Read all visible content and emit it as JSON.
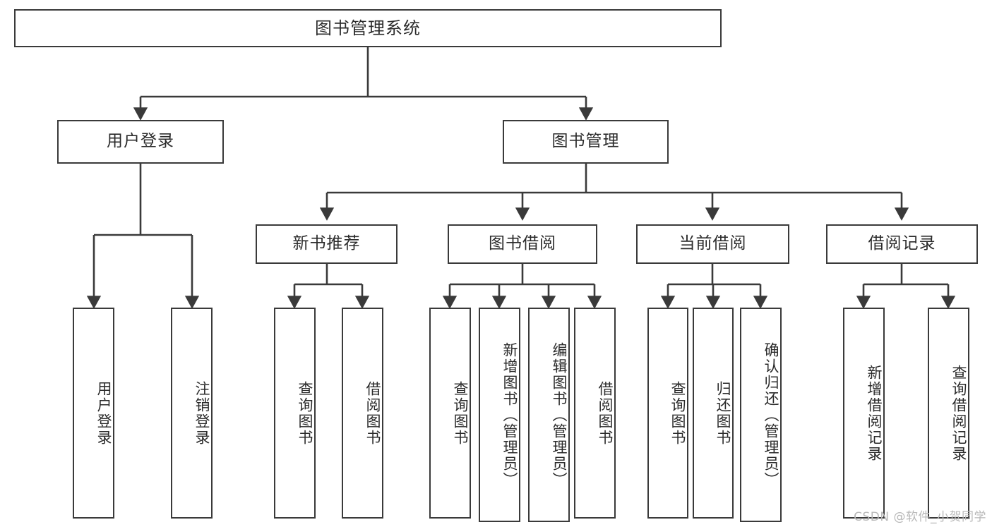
{
  "diagram": {
    "type": "tree-hierarchy",
    "title": "图书管理系统",
    "root": {
      "id": "root",
      "label": "图书管理系统"
    },
    "level2": [
      {
        "id": "user-login",
        "label": "用户登录"
      },
      {
        "id": "book-management",
        "label": "图书管理"
      }
    ],
    "level3": [
      {
        "id": "new-book-recommend",
        "label": "新书推荐",
        "parent": "book-management"
      },
      {
        "id": "book-borrow",
        "label": "图书借阅",
        "parent": "book-management"
      },
      {
        "id": "current-borrow",
        "label": "当前借阅",
        "parent": "book-management"
      },
      {
        "id": "borrow-record",
        "label": "借阅记录",
        "parent": "book-management"
      }
    ],
    "leaves": [
      {
        "id": "leaf-user-login",
        "label": "用户登录",
        "parent": "user-login"
      },
      {
        "id": "leaf-logout",
        "label": "注销登录",
        "parent": "user-login"
      },
      {
        "id": "leaf-query-book-1",
        "label": "查询图书",
        "parent": "new-book-recommend"
      },
      {
        "id": "leaf-borrow-book-1",
        "label": "借阅图书",
        "parent": "new-book-recommend"
      },
      {
        "id": "leaf-query-book-2",
        "label": "查询图书",
        "parent": "book-borrow"
      },
      {
        "id": "leaf-add-book",
        "label": "新增图书（管理员）",
        "parent": "book-borrow"
      },
      {
        "id": "leaf-edit-book",
        "label": "编辑图书（管理员）",
        "parent": "book-borrow"
      },
      {
        "id": "leaf-borrow-book-2",
        "label": "借阅图书",
        "parent": "book-borrow"
      },
      {
        "id": "leaf-query-book-3",
        "label": "查询图书",
        "parent": "current-borrow"
      },
      {
        "id": "leaf-return-book",
        "label": "归还图书",
        "parent": "current-borrow"
      },
      {
        "id": "leaf-confirm-return",
        "label": "确认归还（管理员）",
        "parent": "current-borrow"
      },
      {
        "id": "leaf-add-record",
        "label": "新增借阅记录",
        "parent": "borrow-record"
      },
      {
        "id": "leaf-query-record",
        "label": "查询借阅记录",
        "parent": "borrow-record"
      }
    ],
    "colors": {
      "stroke": "#3a3a3a",
      "fill": "#ffffff",
      "text": "#2b2b2b",
      "watermark": "#b8b8b8"
    }
  },
  "watermark": {
    "text": "CSDN @软件_小贺同学"
  }
}
